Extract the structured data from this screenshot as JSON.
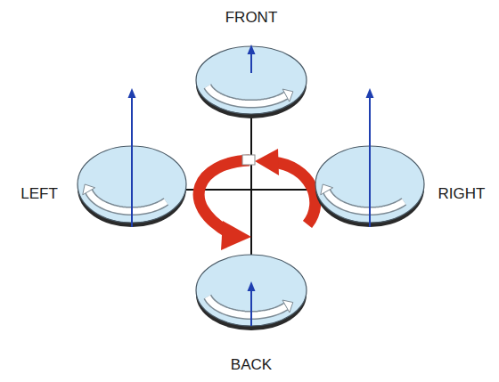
{
  "diagram": {
    "nodes": [
      {
        "text": [
          "FRONT"
        ]
      },
      {
        "text": [
          "LEFT"
        ]
      },
      {
        "text": [
          "RIGHT"
        ]
      },
      {
        "text": [
          "BACK"
        ]
      }
    ],
    "edges": [
      {
        "from": 1,
        "to": 2,
        "arrow": "none"
      },
      {
        "from": 0,
        "to": 3,
        "arrow": "none"
      }
    ]
  }
}
